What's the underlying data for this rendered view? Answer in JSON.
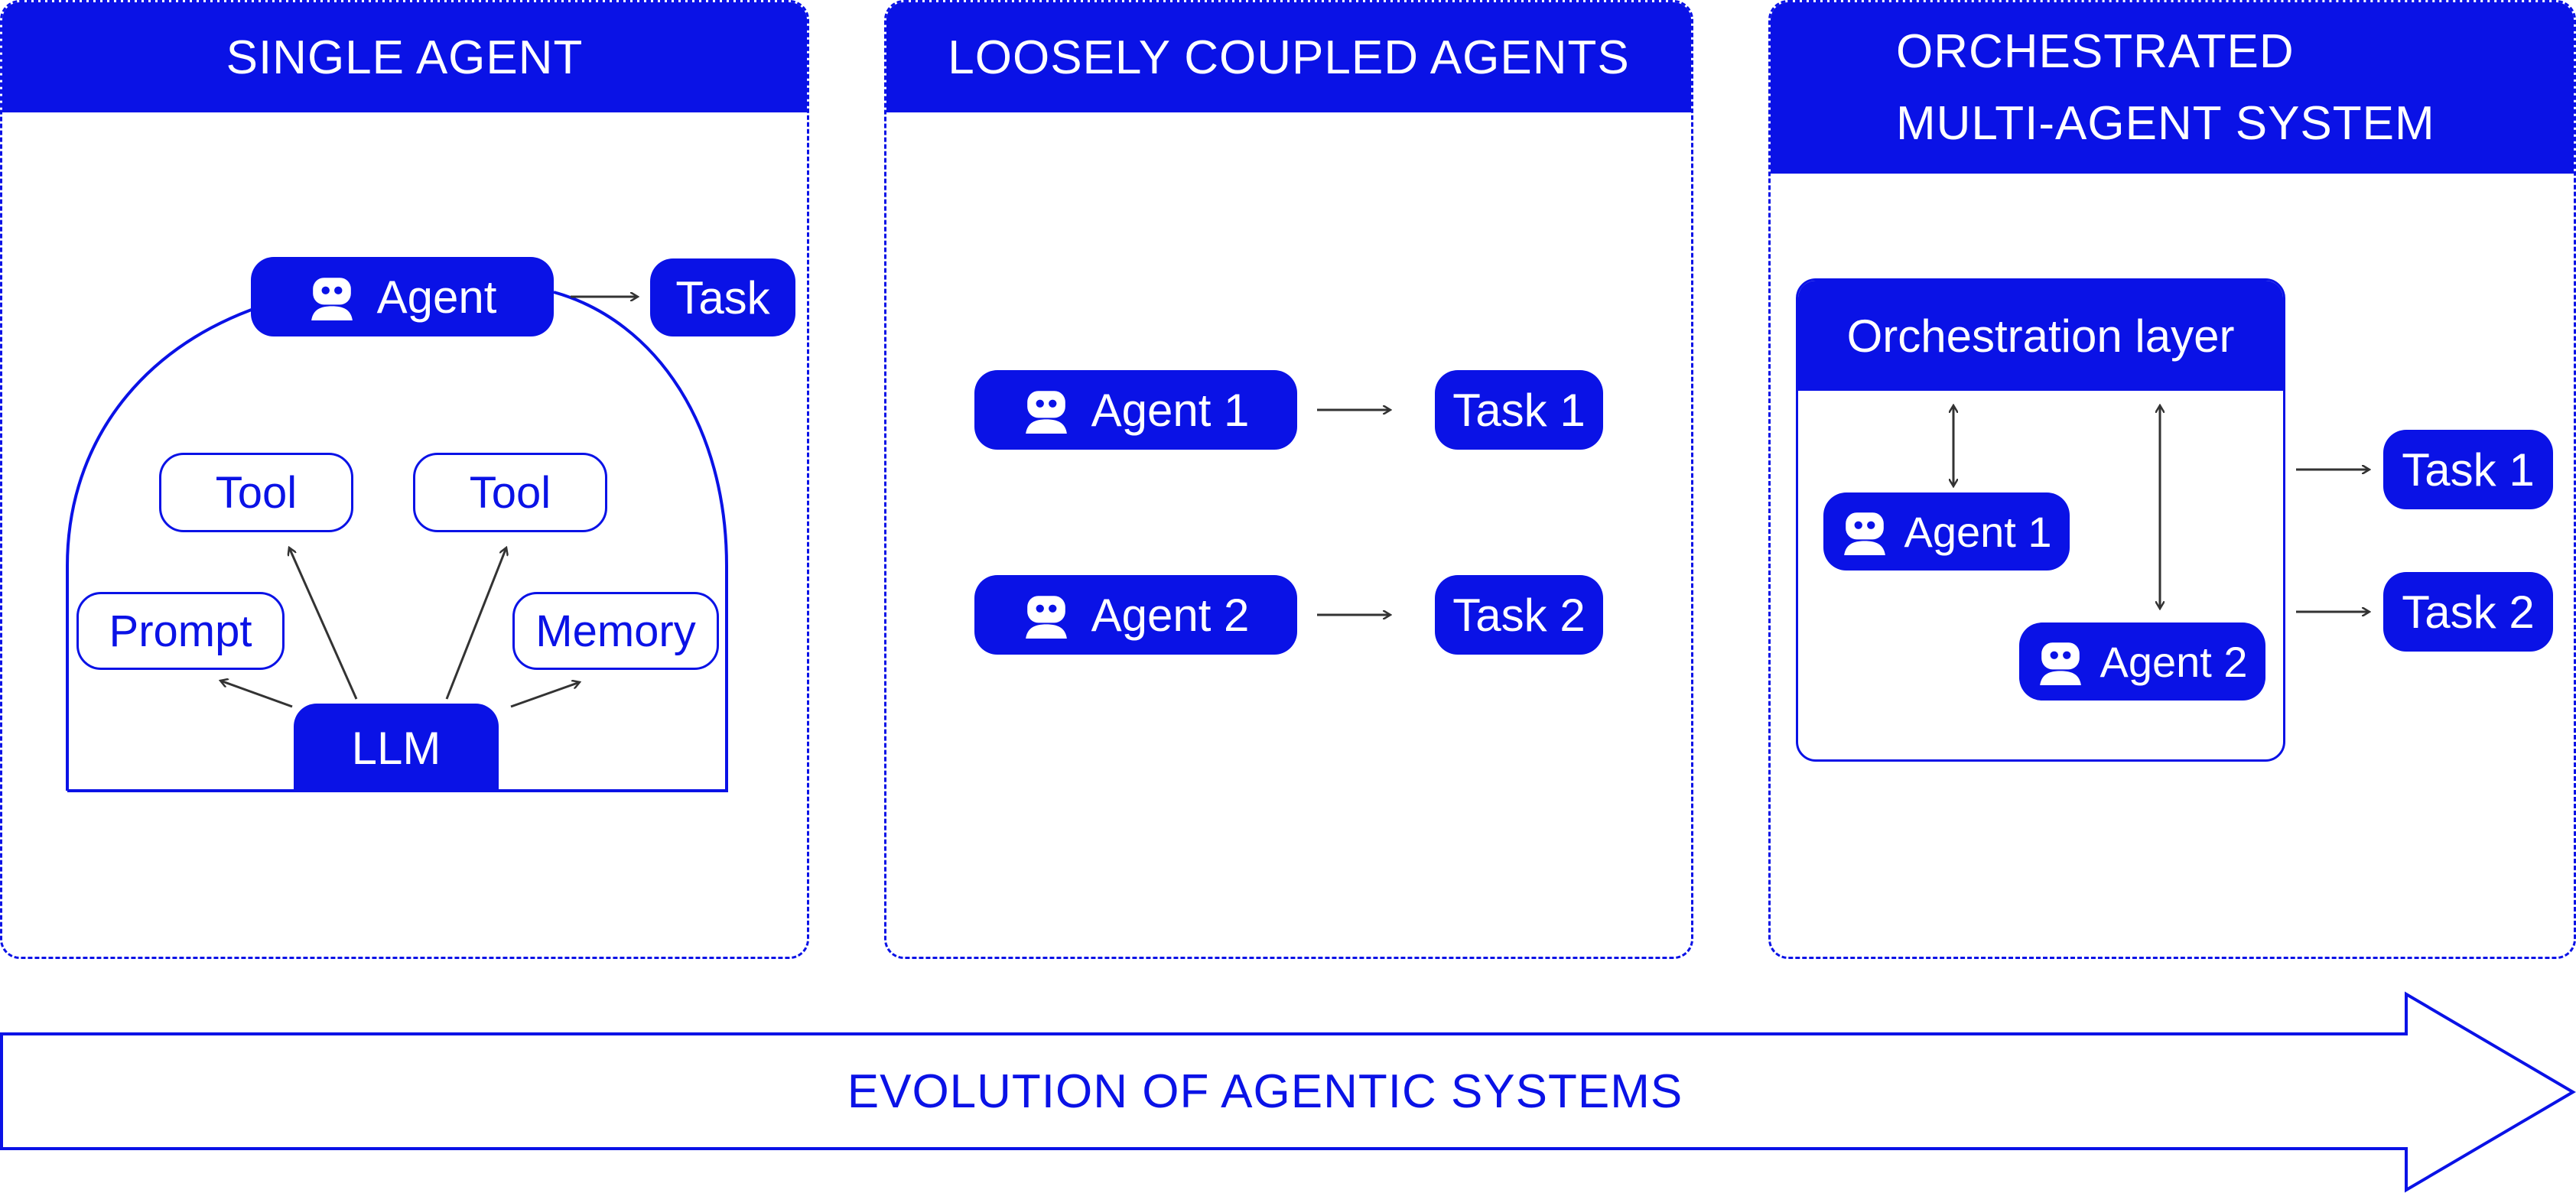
{
  "colors": {
    "brand": "#0a12e6",
    "arrow": "#333333",
    "background": "#ffffff"
  },
  "icons": {
    "agent_icon": "robot-icon"
  },
  "panels": {
    "single": {
      "title": "SINGLE AGENT",
      "agent": "Agent",
      "task": "Task",
      "tool_left": "Tool",
      "tool_right": "Tool",
      "prompt": "Prompt",
      "memory": "Memory",
      "llm": "LLM"
    },
    "loose": {
      "title": "LOOSELY COUPLED AGENTS",
      "agent1": "Agent 1",
      "agent2": "Agent 2",
      "task1": "Task 1",
      "task2": "Task 2"
    },
    "orchestrated": {
      "title_line1": "ORCHESTRATED",
      "title_line2": "MULTI-AGENT SYSTEM",
      "layer": "Orchestration layer",
      "agent1": "Agent 1",
      "agent2": "Agent 2",
      "task1": "Task 1",
      "task2": "Task 2"
    }
  },
  "footer": {
    "label": "EVOLUTION OF AGENTIC SYSTEMS"
  }
}
